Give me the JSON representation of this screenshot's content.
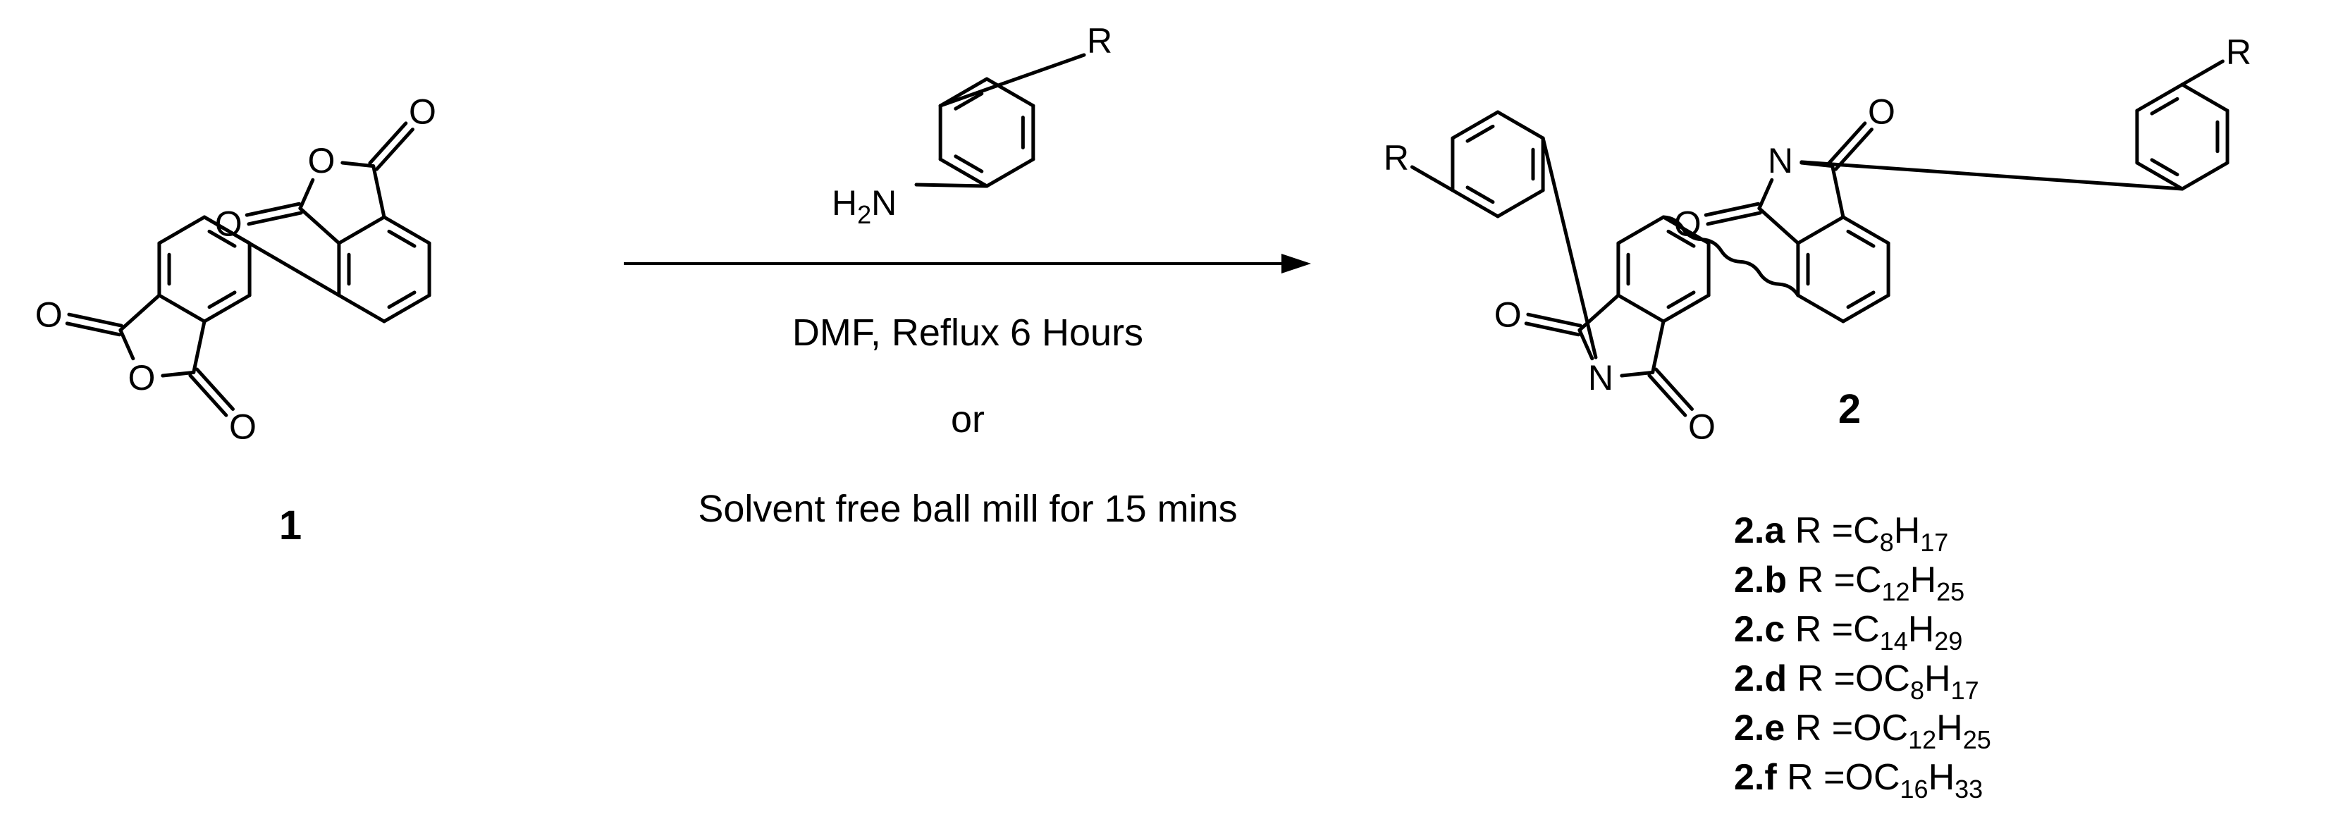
{
  "reagent": {
    "substituent": "R",
    "amine_h": "H",
    "amine_h_count": "2",
    "amine_n": "N"
  },
  "conditions": {
    "line1": "DMF, Reflux 6 Hours",
    "line2": "or",
    "line3": "Solvent free ball mill for 15 mins"
  },
  "compounds": {
    "starting_material": "1",
    "product": "2"
  },
  "atoms": {
    "oxygen": "O",
    "nitrogen": "N",
    "substituent": "R"
  },
  "variants": [
    {
      "id": "2.a",
      "prefix": "R =",
      "group": [
        [
          "C",
          ""
        ],
        [
          "8",
          "sub"
        ],
        [
          "H",
          ""
        ],
        [
          "17",
          "sub"
        ]
      ]
    },
    {
      "id": "2.b",
      "prefix": "R =",
      "group": [
        [
          "C",
          ""
        ],
        [
          "12",
          "sub"
        ],
        [
          "H",
          ""
        ],
        [
          "25",
          "sub"
        ]
      ]
    },
    {
      "id": "2.c",
      "prefix": "R =",
      "group": [
        [
          "C",
          ""
        ],
        [
          "14",
          "sub"
        ],
        [
          "H",
          ""
        ],
        [
          "29",
          "sub"
        ]
      ]
    },
    {
      "id": "2.d",
      "prefix": "R =",
      "group": [
        [
          "OC",
          ""
        ],
        [
          "8",
          "sub"
        ],
        [
          "H",
          ""
        ],
        [
          "17",
          "sub"
        ]
      ]
    },
    {
      "id": "2.e",
      "prefix": "R =",
      "group": [
        [
          "OC",
          ""
        ],
        [
          "12",
          "sub"
        ],
        [
          "H",
          ""
        ],
        [
          "25",
          "sub"
        ]
      ]
    },
    {
      "id": "2.f",
      "prefix": "R =",
      "group": [
        [
          "OC",
          ""
        ],
        [
          "16",
          "sub"
        ],
        [
          "H",
          ""
        ],
        [
          "33",
          "sub"
        ]
      ]
    }
  ]
}
